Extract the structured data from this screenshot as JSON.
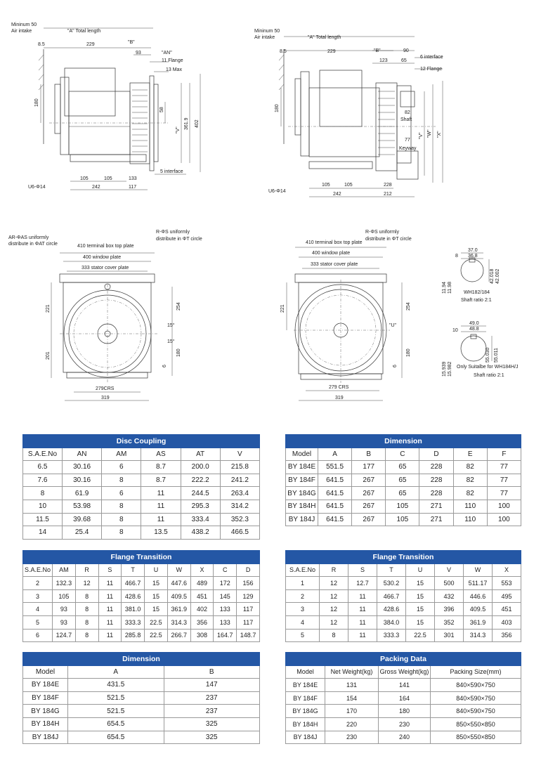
{
  "drawings": {
    "top_left": {
      "min_air_intake": "Mininum 50",
      "air_intake": "Air intake",
      "total_length": "\"A\" Total length",
      "b_label": "\"B\"",
      "an_label": "\"AN\"",
      "d_8_5": "8.5",
      "d_229": "229",
      "d_93": "93",
      "flange": "11 Flange",
      "max": "13 Max",
      "d_180": "180",
      "d_58": "58",
      "v_label": "\"V\"",
      "d_361_9": "361.9",
      "d_402": "402",
      "interface": "5 interface",
      "u6": "U6-Φ14",
      "d_105a": "105",
      "d_105b": "105",
      "d_133": "133",
      "d_242": "242",
      "d_117": "117"
    },
    "top_right": {
      "min_air_intake": "Mininum 50",
      "air_intake": "Air intake",
      "total_length": "\"A\" Total length",
      "b_label": "\"B\"",
      "d_8_5": "8.5",
      "d_229": "229",
      "d_90": "90",
      "d_123": "123",
      "d_65": "65",
      "interface": "6 interface",
      "flange": "12 Flange",
      "d_180": "180",
      "d_82": "82",
      "shaft": "Shaft",
      "v_label": "\"V\"",
      "w_label": "\"W\"",
      "x_label": "\"X\"",
      "d_77": "77",
      "keyway": "Keyway",
      "u6": "U6-Φ14",
      "d_105a": "105",
      "d_105b": "105",
      "d_228": "228",
      "d_242": "242",
      "d_212": "212"
    },
    "front_left": {
      "ar_as": "AR-ΦAS  uniformly",
      "distribute_at": "distribute in ΦAT circle",
      "r_s": "R-ΦS uniformly",
      "distribute_t": "distribute in ΦT circle",
      "terminal_box": "410 terminal box top plate",
      "window_plate": "400 window plate",
      "stator_plate": "333 stator cover plate",
      "d_221": "221",
      "d_201": "201",
      "d_254": "254",
      "d_180": "180",
      "d_6": "6",
      "deg_a": "15°",
      "deg_b": "15°",
      "crs": "279CRS",
      "d_319": "319"
    },
    "front_right": {
      "r_s": "R-ΦS uniformly",
      "distribute_t": "distribute in ΦT circle",
      "terminal_box": "410 terminal box top plate",
      "window_plate": "400 window plate",
      "stator_plate": "333 stator cover plate",
      "d_221": "221",
      "d_254": "254",
      "d_180": "180",
      "d_6": "6",
      "u_label": "\"U\"",
      "crs": "279 CRS",
      "d_319": "319"
    },
    "shaft_a": {
      "d_37": "37.0",
      "d_36_8": "36.8",
      "d_8": "8",
      "d_42_018": "42.018",
      "d_42_002": "42.002",
      "d_11_94": "11.94",
      "d_11_98": "11.98",
      "label": "WH182/184",
      "ratio": "Shaft ratio 2:1"
    },
    "shaft_b": {
      "d_49": "49.0",
      "d_48_8": "48.8",
      "d_10": "10",
      "d_55_030": "55.030",
      "d_55_011": "55.011",
      "d_15_939": "15.939",
      "d_15_982": "15.982",
      "label": "Only Suitalbe for WH184H/J",
      "ratio": "Shaft ratio 2:1"
    }
  },
  "tables": {
    "disc_coupling": {
      "title": "Disc Coupling",
      "headers": [
        "S.A.E.No",
        "AN",
        "AM",
        "AS",
        "AT",
        "V"
      ],
      "rows": [
        [
          "6.5",
          "30.16",
          "6",
          "8.7",
          "200.0",
          "215.8"
        ],
        [
          "7.6",
          "30.16",
          "8",
          "8.7",
          "222.2",
          "241.2"
        ],
        [
          "8",
          "61.9",
          "6",
          "11",
          "244.5",
          "263.4"
        ],
        [
          "10",
          "53.98",
          "8",
          "11",
          "295.3",
          "314.2"
        ],
        [
          "11.5",
          "39.68",
          "8",
          "11",
          "333.4",
          "352.3"
        ],
        [
          "14",
          "25.4",
          "8",
          "13.5",
          "438.2",
          "466.5"
        ]
      ]
    },
    "dimension_right": {
      "title": "Dimension",
      "headers": [
        "Model",
        "A",
        "B",
        "C",
        "D",
        "E",
        "F"
      ],
      "rows": [
        [
          "BY 184E",
          "551.5",
          "177",
          "65",
          "228",
          "82",
          "77"
        ],
        [
          "BY 184F",
          "641.5",
          "267",
          "65",
          "228",
          "82",
          "77"
        ],
        [
          "BY 184G",
          "641.5",
          "267",
          "65",
          "228",
          "82",
          "77"
        ],
        [
          "BY 184H",
          "641.5",
          "267",
          "105",
          "271",
          "110",
          "100"
        ],
        [
          "BY 184J",
          "641.5",
          "267",
          "105",
          "271",
          "110",
          "100"
        ]
      ]
    },
    "flange_left": {
      "title": "Flange Transition",
      "headers": [
        "S.A.E.No",
        "AM",
        "R",
        "S",
        "T",
        "U",
        "W",
        "X",
        "C",
        "D"
      ],
      "rows": [
        [
          "2",
          "132.3",
          "12",
          "11",
          "466.7",
          "15",
          "447.6",
          "489",
          "172",
          "156"
        ],
        [
          "3",
          "105",
          "8",
          "11",
          "428.6",
          "15",
          "409.5",
          "451",
          "145",
          "129"
        ],
        [
          "4",
          "93",
          "8",
          "11",
          "381.0",
          "15",
          "361.9",
          "402",
          "133",
          "117"
        ],
        [
          "5",
          "93",
          "8",
          "11",
          "333.3",
          "22.5",
          "314.3",
          "356",
          "133",
          "117"
        ],
        [
          "6",
          "124.7",
          "8",
          "11",
          "285.8",
          "22.5",
          "266.7",
          "308",
          "164.7",
          "148.7"
        ]
      ]
    },
    "flange_right": {
      "title": "Flange Transition",
      "headers": [
        "S.A.E.No",
        "R",
        "S",
        "T",
        "U",
        "V",
        "W",
        "X"
      ],
      "rows": [
        [
          "1",
          "12",
          "12.7",
          "530.2",
          "15",
          "500",
          "511.17",
          "553"
        ],
        [
          "2",
          "12",
          "11",
          "466.7",
          "15",
          "432",
          "446.6",
          "495"
        ],
        [
          "3",
          "12",
          "11",
          "428.6",
          "15",
          "396",
          "409.5",
          "451"
        ],
        [
          "4",
          "12",
          "11",
          "384.0",
          "15",
          "352",
          "361.9",
          "403"
        ],
        [
          "5",
          "8",
          "11",
          "333.3",
          "22.5",
          "301",
          "314.3",
          "356"
        ]
      ]
    },
    "dimension_left": {
      "title": "Dimension",
      "headers": [
        "Model",
        "A",
        "B"
      ],
      "rows": [
        [
          "BY 184E",
          "431.5",
          "147"
        ],
        [
          "BY 184F",
          "521.5",
          "237"
        ],
        [
          "BY 184G",
          "521.5",
          "237"
        ],
        [
          "BY 184H",
          "654.5",
          "325"
        ],
        [
          "BY 184J",
          "654.5",
          "325"
        ]
      ]
    },
    "packing": {
      "title": "Packing Data",
      "headers": [
        "Model",
        "Net Weight(kg)",
        "Gross Weight(kg)",
        "Packing Size(mm)"
      ],
      "rows": [
        [
          "BY 184E",
          "131",
          "141",
          "840×590×750"
        ],
        [
          "BY 184F",
          "154",
          "164",
          "840×590×750"
        ],
        [
          "BY 184G",
          "170",
          "180",
          "840×590×750"
        ],
        [
          "BY 184H",
          "220",
          "230",
          "850×550×850"
        ],
        [
          "BY 184J",
          "230",
          "240",
          "850×550×850"
        ]
      ]
    }
  }
}
